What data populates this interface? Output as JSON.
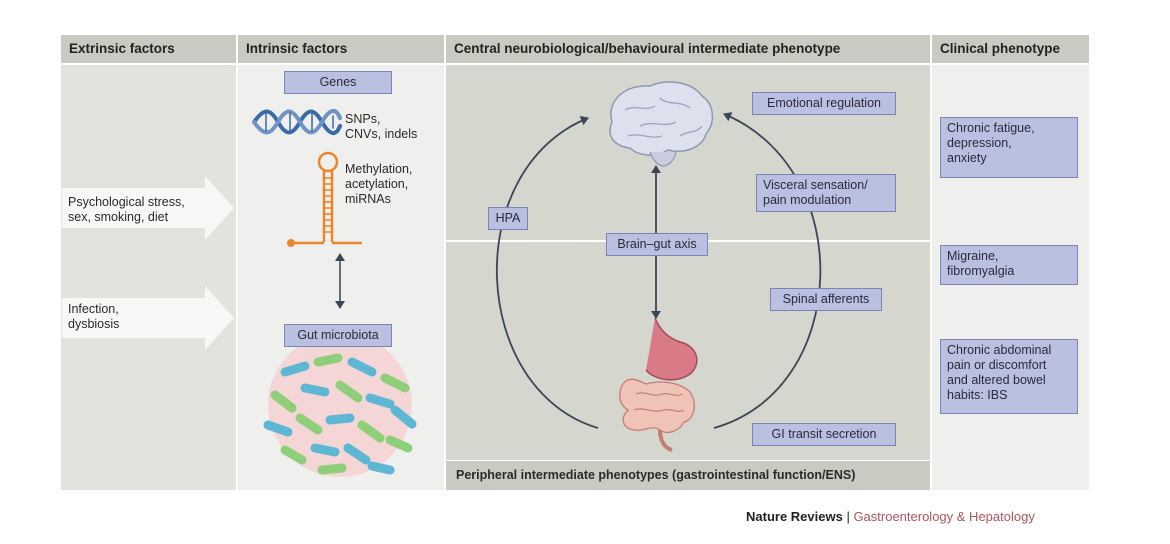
{
  "headers": {
    "extrinsic": "Extrinsic factors",
    "intrinsic": "Intrinsic factors",
    "central": "Central neurobiological/behavioural intermediate phenotype",
    "clinical": "Clinical phenotype"
  },
  "extrinsic": {
    "stress": [
      "Psychological stress,",
      "sex, smoking, diet"
    ],
    "infection": [
      "Infection,",
      "dysbiosis"
    ]
  },
  "intrinsic": {
    "genes": "Genes",
    "snps": [
      "SNPs,",
      "CNVs, indels"
    ],
    "methylation": [
      "Methylation,",
      "acetylation,",
      "miRNAs"
    ],
    "microbiota": "Gut microbiota"
  },
  "central": {
    "emotional": "Emotional regulation",
    "visceral": [
      "Visceral sensation/",
      "pain modulation"
    ],
    "hpa": "HPA",
    "brain_gut": "Brain–gut axis",
    "spinal": "Spinal afferents",
    "gi_transit": "GI transit secretion",
    "peripheral": "Peripheral intermediate phenotypes (gastrointestinal function/ENS)"
  },
  "clinical": {
    "fatigue": [
      "Chronic fatigue,",
      "depression,",
      "anxiety"
    ],
    "migraine": [
      "Migraine,",
      "fibromyalgia"
    ],
    "ibs": [
      "Chronic abdominal",
      "pain or discomfort",
      "and altered bowel",
      "habits: IBS"
    ]
  },
  "footer": {
    "publisher": "Nature Reviews",
    "separator": " | ",
    "journal": "Gastroenterology & Hepatology"
  },
  "colors": {
    "header": "#c9cbc2",
    "panel_light": "#efefed",
    "panel_mid": "#d5d6ce",
    "tag_fill": "#b9c0e0",
    "dna": "#3a6aa8",
    "rna": "#e8862c",
    "arrow": "#3b4657"
  },
  "icons": [
    "dna-helix-icon",
    "hairpin-rna-icon",
    "bacteria-cluster-icon",
    "brain-icon",
    "gut-icon"
  ]
}
